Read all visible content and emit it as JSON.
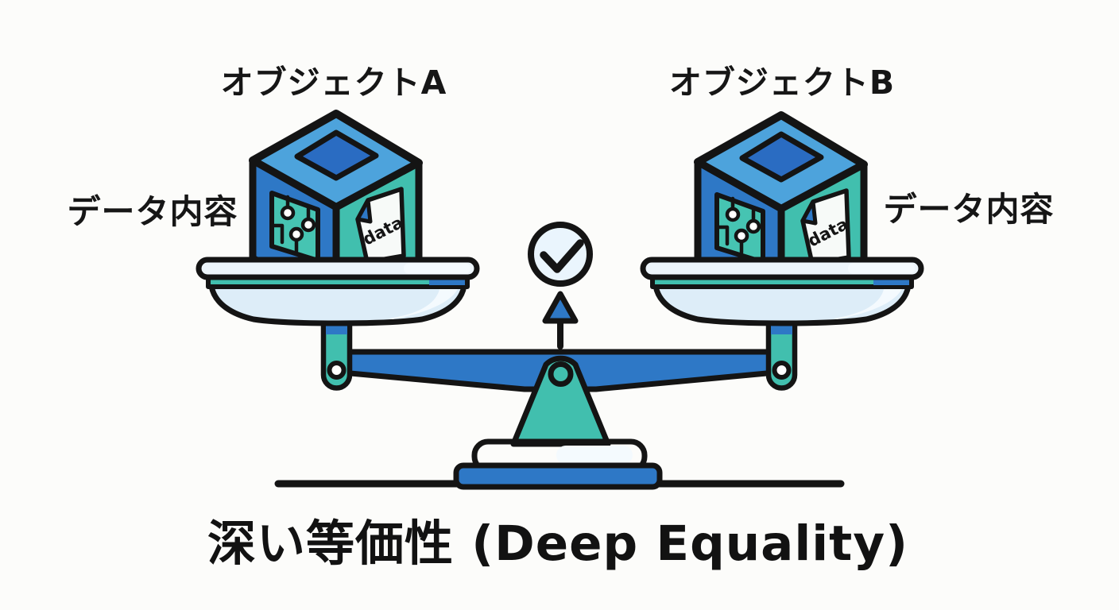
{
  "background": "#fcfcfa",
  "diagram": {
    "title": "深い等価性 (Deep Equality)",
    "object_a_label": "オブジェクトA",
    "object_b_label": "オブジェクトB",
    "left_data_label": "データ内容",
    "right_data_label": "データ内容",
    "cube_face_document_text": "data",
    "icons": {
      "status": "check-icon",
      "pointer": "arrow-up-icon",
      "object": "cube-icon",
      "scale": "balance-scale-icon",
      "circuit": "circuit-board-icon",
      "document": "data-file-icon"
    }
  },
  "colors": {
    "outline": "#141414",
    "blue": "#2e78c6",
    "light_blue": "#4da3dc",
    "dark_blue": "#2a6cc2",
    "teal": "#41bfae",
    "teal_bright": "#46c4b2",
    "pan_fill": "#ddedf8",
    "pan_rim": "#edf5fb",
    "highlight": "#f4fafe",
    "check_fill": "#eaf5fd",
    "paper": "#f7faf8",
    "bg": "#fcfcfa"
  }
}
